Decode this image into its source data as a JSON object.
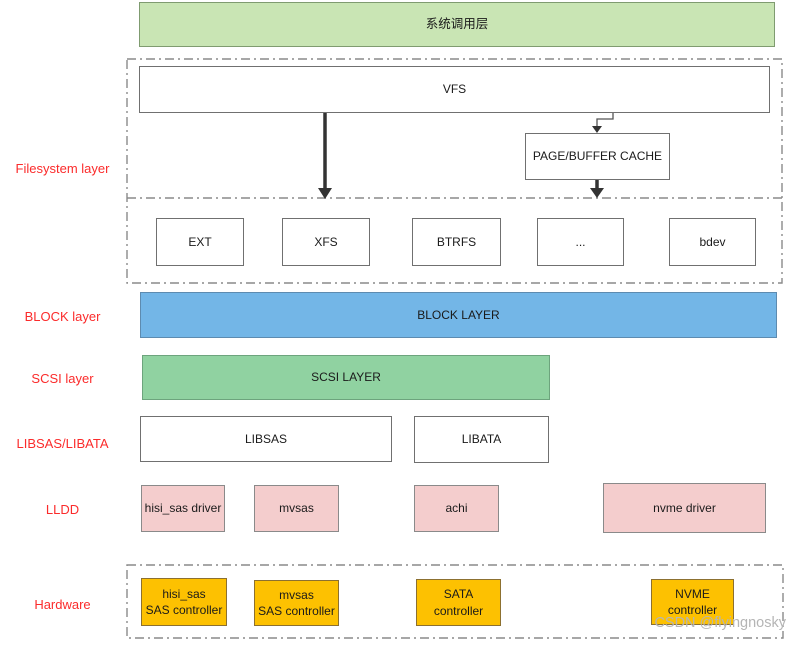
{
  "diagram": {
    "top": {
      "syscall_label": "系统调用层"
    },
    "filesystem": {
      "side_label": "Filesystem layer",
      "vfs": "VFS",
      "page_buffer_cache": "PAGE/BUFFER CACHE",
      "fs_types": [
        "EXT",
        "XFS",
        "BTRFS",
        "...",
        "bdev"
      ]
    },
    "block": {
      "side_label": "BLOCK layer",
      "box": "BLOCK LAYER"
    },
    "scsi": {
      "side_label": "SCSI layer",
      "box": "SCSI LAYER"
    },
    "lib": {
      "side_label": "LIBSAS/LIBATA",
      "libsas": "LIBSAS",
      "libata": "LIBATA"
    },
    "lldd": {
      "side_label": "LLDD",
      "drivers": [
        "hisi_sas driver",
        "mvsas",
        "achi",
        "nvme driver"
      ]
    },
    "hardware": {
      "side_label": "Hardware",
      "controllers": [
        "hisi_sas\nSAS controller",
        "mvsas\nSAS controller",
        "SATA\ncontroller",
        "NVME\ncontroller"
      ]
    }
  },
  "watermark": "CSDN @flyingnosky",
  "colors": {
    "syscall_fill": "#c9e5b4",
    "block_fill": "#73b6e7",
    "scsi_fill": "#90d2a1",
    "lldd_fill": "#f4cdcd",
    "hardware_fill": "#fdc101",
    "side_label_color": "#fb2b2b",
    "watermark_color": "#b5b5b5",
    "arrow_color": "#333333",
    "dash_border_color": "#8a8a8a"
  }
}
